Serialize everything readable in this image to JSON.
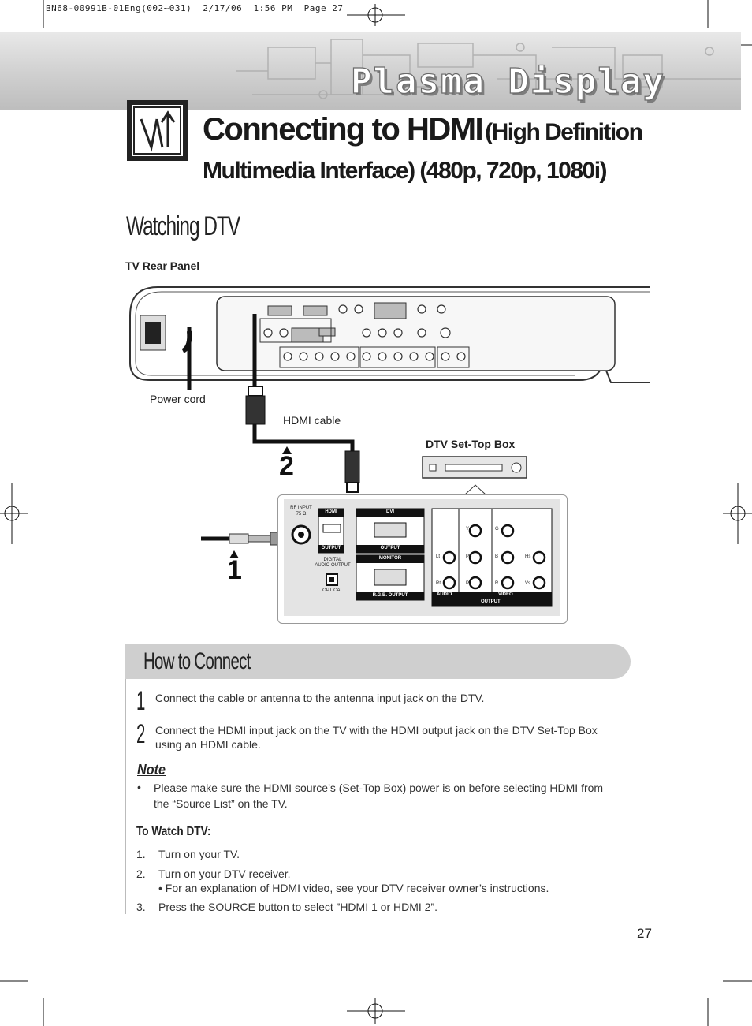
{
  "print_header": "BN68-00991B-01Eng(002~031)  2/17/06  1:56 PM  Page 27",
  "banner": {
    "title": "Plasma Display"
  },
  "heading": {
    "main": "Connecting to HDMI",
    "sub_part1": "(High Definition",
    "sub_part2": "Multimedia Interface) (480p, 720p, 1080i)"
  },
  "section_title": "Watching DTV",
  "diagram": {
    "tv_rear_panel_label": "TV Rear Panel",
    "power_cord_label": "Power cord",
    "hdmi_cable_label": "HDMI cable",
    "set_top_box_label": "DTV Set-Top Box",
    "step_markers": [
      "1",
      "2"
    ],
    "stb_panel": {
      "rf_input": [
        "RF INPUT",
        "75 Ω"
      ],
      "hdmi": "HDMI",
      "hdmi_output": "OUTPUT",
      "dvi": "DVI",
      "dvi_output": "OUTPUT",
      "digital_audio": [
        "DIGITAL",
        "AUDIO OUTPUT"
      ],
      "optical": "OPTICAL",
      "monitor": "MONITOR",
      "rgb_output": "R.G.B. OUTPUT",
      "audio": "AUDIO",
      "video": "VIDEO",
      "output": "OUTPUT",
      "jack_labels": [
        "Y",
        "G",
        "Lt",
        "Pb",
        "B",
        "Hs",
        "Rt",
        "Pr",
        "R",
        "Vs"
      ]
    }
  },
  "how_to_connect": {
    "title": "How to Connect",
    "steps": [
      {
        "number": "1",
        "text": "Connect the cable or antenna to the antenna input jack on the DTV."
      },
      {
        "number": "2",
        "text_line1": "Connect the HDMI input jack on the TV with the HDMI output jack on the DTV Set-Top Box",
        "text_line2": "using an HDMI cable."
      }
    ],
    "note": {
      "title": "Note",
      "bullet": "•",
      "line1": "Please make sure the HDMI source’s (Set-Top Box) power is on before selecting HDMI from",
      "line2": "the “Source List” on the TV."
    },
    "watch_dtv": {
      "title": "To Watch DTV:",
      "items": [
        {
          "num": "1.",
          "text": "Turn on your TV."
        },
        {
          "num": "2.",
          "text": "Turn on your DTV receiver.",
          "subtext": "• For an explanation of HDMI video, see your DTV receiver owner’s instructions."
        },
        {
          "num": "3.",
          "text": "Press the SOURCE button to select ”HDMI 1 or HDMI 2”."
        }
      ]
    }
  },
  "page_number": "27"
}
